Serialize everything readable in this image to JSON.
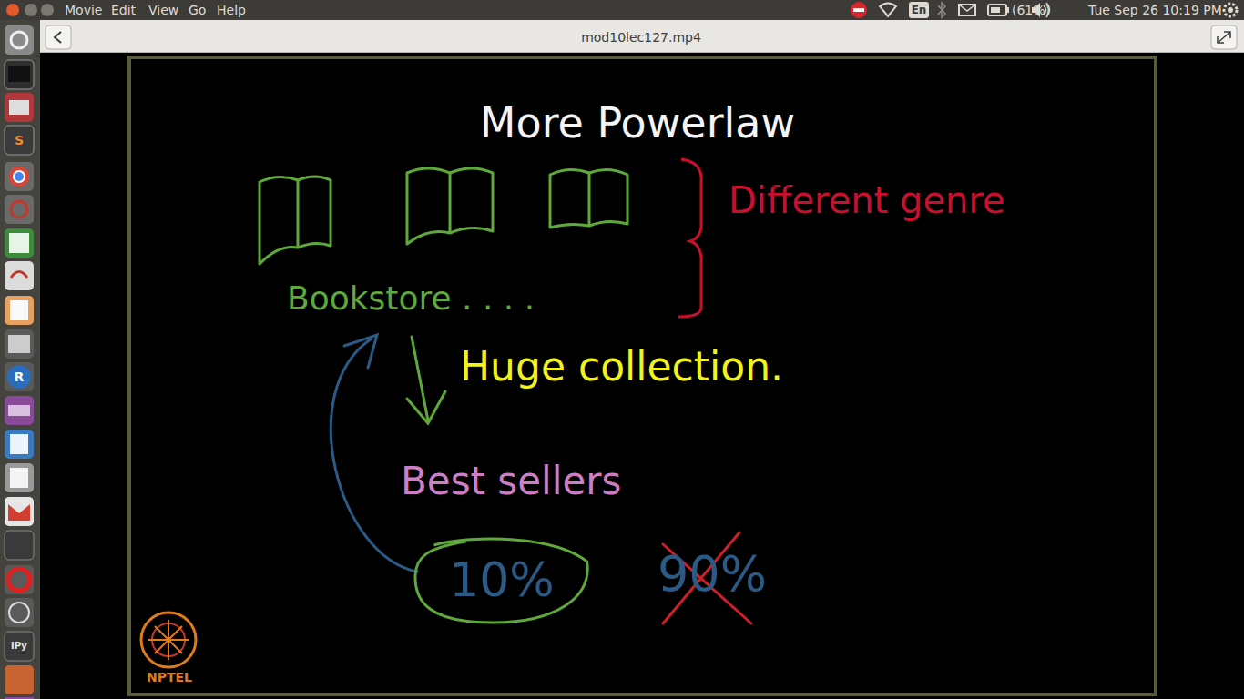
{
  "diagram": {
    "title": "More Powerlaw",
    "nodes": [
      {
        "text": [
          "10%"
        ]
      }
    ],
    "labels": [
      "Movie",
      "Edit",
      "View",
      "Go",
      "Help",
      "En",
      "(61%)",
      "Tue Sep 26 10:19 PM",
      "mod10lec127.mp4",
      "S",
      "R",
      "IPy",
      "Different genre",
      "Bookstore . . . .",
      "Huge collection.",
      "Best sellers",
      "90%",
      "NPTEL"
    ]
  }
}
